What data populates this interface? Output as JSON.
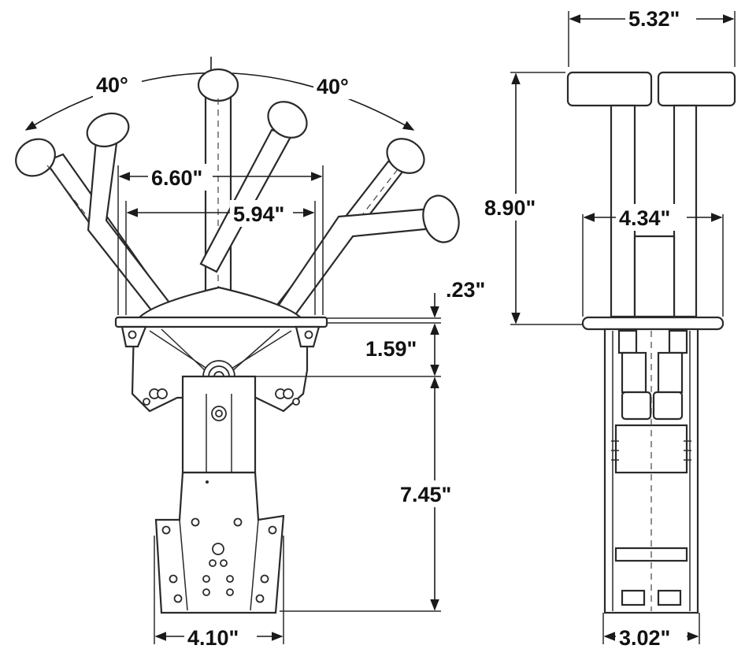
{
  "drawing": {
    "colors": {
      "line": "#2a2a2a",
      "text": "#111111",
      "background": "#ffffff"
    },
    "front_view": {
      "angle_left": "40°",
      "angle_right": "40°",
      "width_outer": "6.60\"",
      "width_inner": "5.94\"",
      "flange_thickness": ".23\"",
      "pivot_offset": "1.59\"",
      "body_length": "7.45\"",
      "base_width": "4.10\""
    },
    "side_view": {
      "handle_span": "5.32\"",
      "overall_height": "8.90\"",
      "flange_width": "4.34\"",
      "body_width": "3.02\""
    }
  }
}
